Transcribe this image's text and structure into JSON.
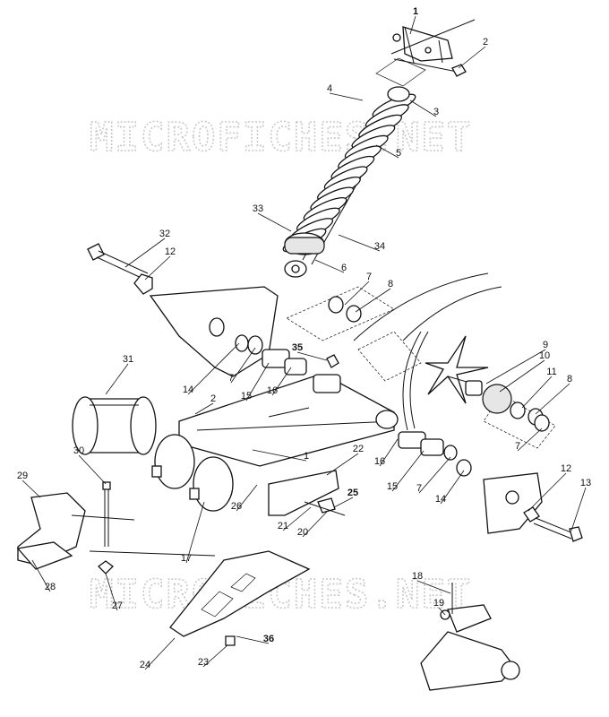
{
  "watermark": {
    "top": "MICROFICHES.NET",
    "bottom": "MICROFICHES.NET"
  },
  "callouts": [
    {
      "n": "1",
      "bold": true
    },
    {
      "n": "2"
    },
    {
      "n": "3"
    },
    {
      "n": "4"
    },
    {
      "n": "5"
    },
    {
      "n": "33"
    },
    {
      "n": "34"
    },
    {
      "n": "6"
    },
    {
      "n": "32"
    },
    {
      "n": "12"
    },
    {
      "n": "7"
    },
    {
      "n": "8"
    },
    {
      "n": "35",
      "bold": true
    },
    {
      "n": "31"
    },
    {
      "n": "14"
    },
    {
      "n": "7"
    },
    {
      "n": "15"
    },
    {
      "n": "16"
    },
    {
      "n": "2"
    },
    {
      "n": "9"
    },
    {
      "n": "10"
    },
    {
      "n": "11"
    },
    {
      "n": "8"
    },
    {
      "n": "7"
    },
    {
      "n": "1"
    },
    {
      "n": "22"
    },
    {
      "n": "30"
    },
    {
      "n": "16"
    },
    {
      "n": "15"
    },
    {
      "n": "7"
    },
    {
      "n": "14"
    },
    {
      "n": "25",
      "bold": true
    },
    {
      "n": "29"
    },
    {
      "n": "26"
    },
    {
      "n": "21"
    },
    {
      "n": "20"
    },
    {
      "n": "17"
    },
    {
      "n": "12"
    },
    {
      "n": "13"
    },
    {
      "n": "28"
    },
    {
      "n": "27"
    },
    {
      "n": "18"
    },
    {
      "n": "19"
    },
    {
      "n": "36",
      "bold": true
    },
    {
      "n": "24"
    },
    {
      "n": "23"
    }
  ]
}
